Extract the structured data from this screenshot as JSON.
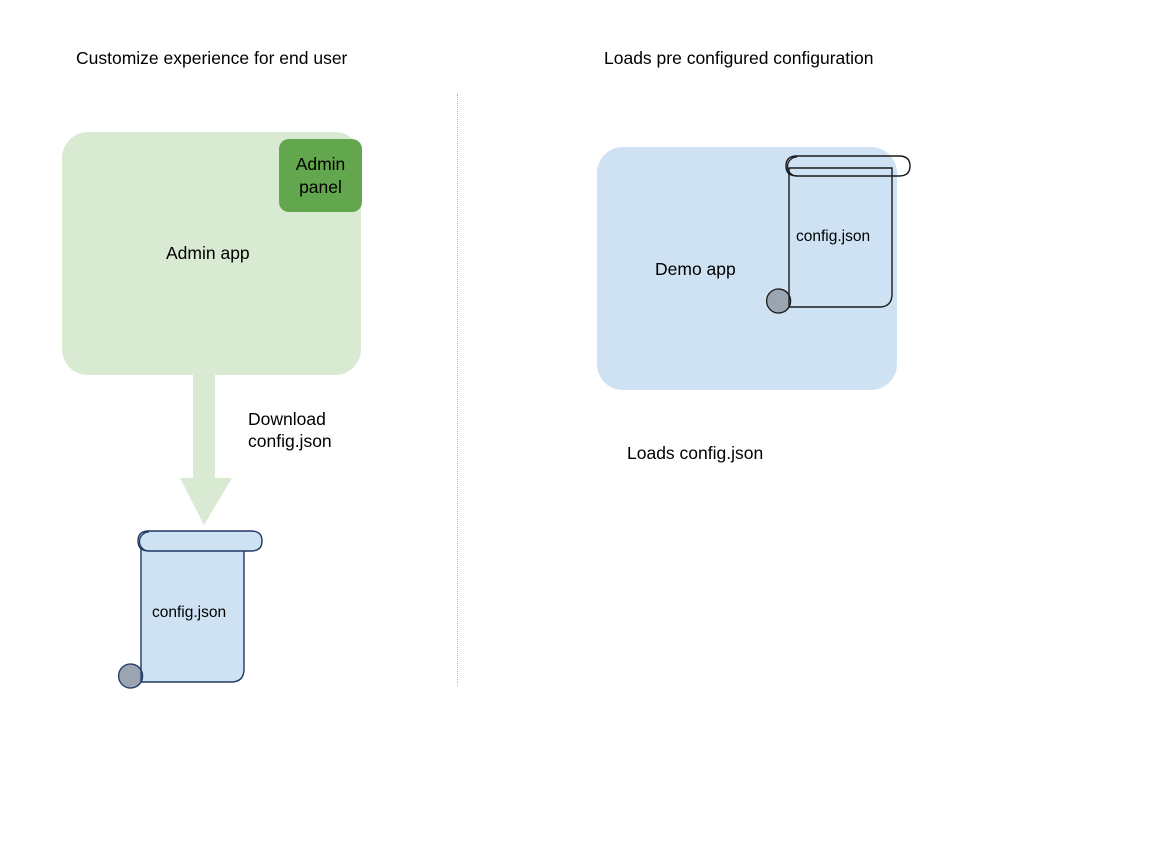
{
  "diagram": {
    "background_color": "#ffffff",
    "headings": {
      "left": "Customize experience for end user",
      "right": "Loads pre configured configuration"
    },
    "divider": {
      "name": "vertical-dotted-divider",
      "style": "dotted",
      "color": "#b3b3b3"
    },
    "left_panel": {
      "app_box": {
        "label": "Admin app",
        "fill_color": "#d9ead3"
      },
      "admin_panel": {
        "label": "Admin\npanel",
        "fill_color": "#62a74e"
      },
      "arrow": {
        "label": "Download\nconfig.json",
        "fill_color": "#d9ead3",
        "direction": "down"
      },
      "scroll": {
        "label": "config.json",
        "fill_color": "#cfe2f3",
        "stroke_color": "#1f3864",
        "curl_color": "#9aa5b1"
      }
    },
    "right_panel": {
      "app_box": {
        "label": "Demo app",
        "fill_color": "#cfe2f3"
      },
      "scroll": {
        "label": "config.json",
        "fill_color": "none",
        "stroke_color": "#1a1a1a",
        "curl_color": "#9aa5b1"
      },
      "caption": "Loads config.json"
    }
  }
}
